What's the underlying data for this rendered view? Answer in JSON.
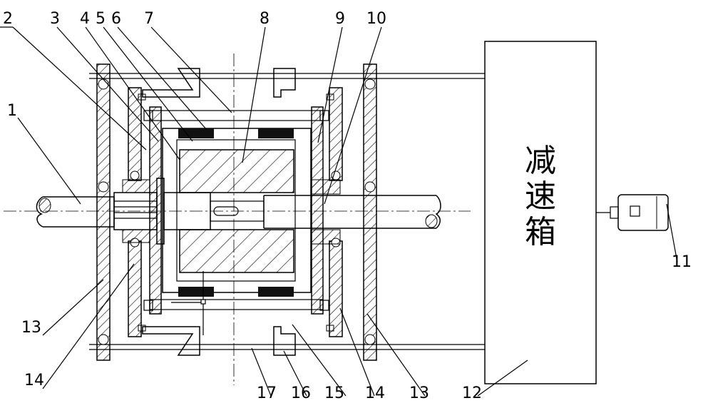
{
  "labels": {
    "l1": "1",
    "l2": "2",
    "l3": "3",
    "l4": "4",
    "l5": "5",
    "l6": "6",
    "l7": "7",
    "l8": "8",
    "l9": "9",
    "l10": "10",
    "l11": "11",
    "l12": "12",
    "l13a": "13",
    "l13b": "13",
    "l14a": "14",
    "l14b": "14",
    "l15": "15",
    "l16": "16",
    "l17": "17"
  },
  "gearbox": {
    "c1": "减",
    "c2": "速",
    "c3": "箱"
  },
  "colors": {
    "line": "#000000",
    "background": "#ffffff"
  }
}
